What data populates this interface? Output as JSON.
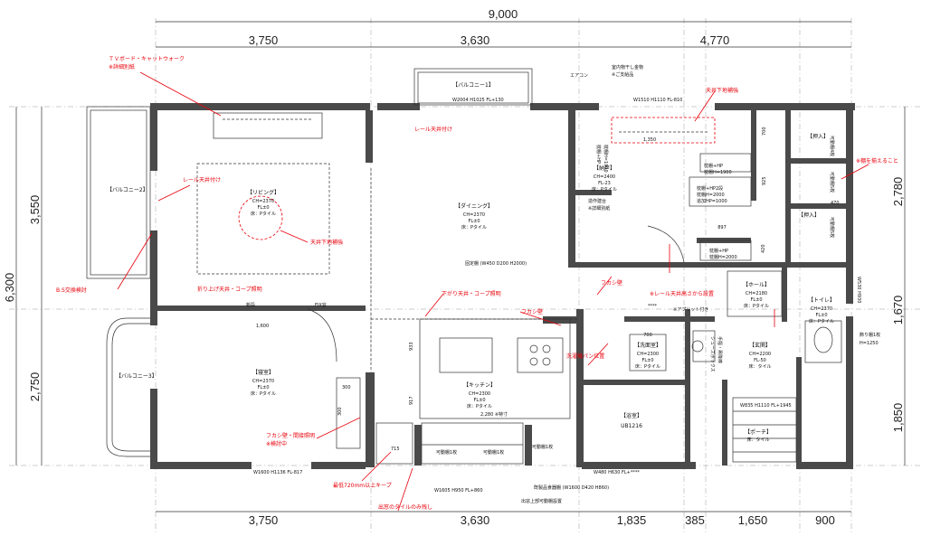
{
  "dimensions": {
    "total_width": "9,000",
    "top": [
      "3,750",
      "3,630",
      "4,770"
    ],
    "bottom": [
      "3,750",
      "3,630",
      "1,835",
      "385",
      "1,650",
      "900"
    ],
    "left_total": "6,300",
    "left": [
      "3,550",
      "2,750"
    ],
    "right": [
      "2,780",
      "1,670",
      "1,850"
    ]
  },
  "rooms": {
    "living": {
      "name": "【リビング】",
      "ch": "CH=2370",
      "fl": "FL±0",
      "floor": "床：Pタイル"
    },
    "dining": {
      "name": "【ダイニング】",
      "ch": "CH=2370",
      "fl": "FL±0",
      "floor": "床：Pタイル"
    },
    "bedroom": {
      "name": "【寝室】",
      "ch": "CH=2370",
      "fl": "FL±0",
      "floor": "床：Pタイル"
    },
    "kitchen": {
      "name": "【キッチン】",
      "ch": "CH=2300",
      "fl": "FL±0",
      "floor": "床：Pタイル"
    },
    "storage": {
      "name": "【納戸】",
      "ch": "CH=2400",
      "fl": "FL-23",
      "floor": "床：Pタイル"
    },
    "washroom": {
      "name": "【洗面室】",
      "ch": "CH=2300",
      "fl": "FL±0",
      "floor": "床：Pタイル"
    },
    "entrance": {
      "name": "【玄関】",
      "ch": "CH=2200",
      "fl": "FL-50",
      "floor": "床：タイル"
    },
    "hall": {
      "name": "【ホール】",
      "ch": "CH=2180",
      "fl": "FL±0",
      "floor": "床：Pタイル"
    },
    "toilet": {
      "name": "【トイレ】",
      "ch": "CH=2370",
      "fl": "FL±0",
      "floor": "床：Pタイル"
    },
    "bath": {
      "name": "【浴室】",
      "model": "UB1216"
    },
    "porch": {
      "name": "【ポーチ】",
      "floor": "床：タイル"
    },
    "closet1": {
      "name": "【押入】"
    },
    "closet2": {
      "name": "【押入】"
    },
    "balcony1": {
      "name": "【バルコニー1】"
    },
    "balcony2": {
      "name": "【バルコニー2】"
    },
    "balcony3": {
      "name": "【バルコニー3】"
    }
  },
  "notes": {
    "tv_board": "ＴＶボード・キャットウォーク",
    "tv_detail": "※詳細別紙",
    "rail_living": "レール天井付け",
    "ceiling_recess": "天井下地補強",
    "ceiling_recess2": "天井下地補強",
    "dining_rail": "レール天井付け",
    "folding": "折り上げ天井・コープ照明",
    "drop_ceiling": "下がり天井・コープ照明",
    "balcony_change": "B.S交換検討",
    "fukashi_wall": "フカシ壁",
    "fukashi_box": "フカシ壁",
    "fukashi_side": "フカシ壁・間接照明",
    "fukashi_detail": "※検討中",
    "washer_note": "洗濯機パン位置",
    "rail_height": "※レール天井高さから設置",
    "shelf_align": "※棚を揃えること",
    "min_clearance": "最低720mm以上キープ",
    "tile_only": "出窓のタイルのみ残し",
    "aircon": "エアコン",
    "drying": "室内物干し金物",
    "drying2": "※ご支給品",
    "mud_sink": "造作建台",
    "mud_sink2": "※詳細別紙",
    "fixed_shelf": "固定棚 (W450 D200 H2000)",
    "fix_window": "FIX窓",
    "new_step": "新段",
    "step_note": "※アプリット付き",
    "door_note": "飾り棚1枚",
    "door_note2": "H=1250",
    "mov_shelf": "可動棚1枚",
    "mov_shelf2": "可動棚1枚",
    "mov_shelf3": "可動棚1枚",
    "dish_dryer": "既製品食器棚 (W1600 D420 H860)",
    "upper_shelf": "出窓上部可動棚設置",
    "stair_pole": "手摺・昇降棒",
    "shoe_box": "シューズボックス",
    "shelf_hp1": "枕棚+HP",
    "shelf_hp2": "枕棚H=1900",
    "shelf_hp3": "枕棚+HP",
    "shelf_hp4": "枕棚H=1900",
    "shelf_hp5": "枕棚+HP2段",
    "shelf_hp6": "枕棚H=2000",
    "shelf_hp7": "追加HP=1000",
    "shelf_hp8": "枕棚+HP",
    "shelf_hp9": "枕棚H=2000",
    "mov_closet": "可動棚4枚",
    "mov_closet2": "可動棚5枚",
    "mov_closet3": "可動棚5枚",
    "window_b1": "W2004 H1025 FL+130",
    "window_top": "W1510 H1110 FL-810",
    "window_liv": "W1600 H1136 FL-817",
    "window_bed": "W1605 H950 FL+860",
    "window_bath": "W480 H630 FL+****",
    "window_toilet": "W835 H1110 FL+1945",
    "window_right": "W530 H930",
    "hurdle": "****",
    "d1350": "1,350",
    "d1600": "1,600",
    "d2280": "2,280 ※特寸",
    "d700": "700",
    "d897": "897",
    "d420": "420",
    "d925": "925",
    "d470": "470",
    "d700b": "700",
    "d300": "300",
    "d300b": "300",
    "d933": "933",
    "d917": "917",
    "d715": "715"
  },
  "colors": {
    "wall": "#4a4a4a",
    "annotation": "#e8000b",
    "line": "#333333"
  }
}
